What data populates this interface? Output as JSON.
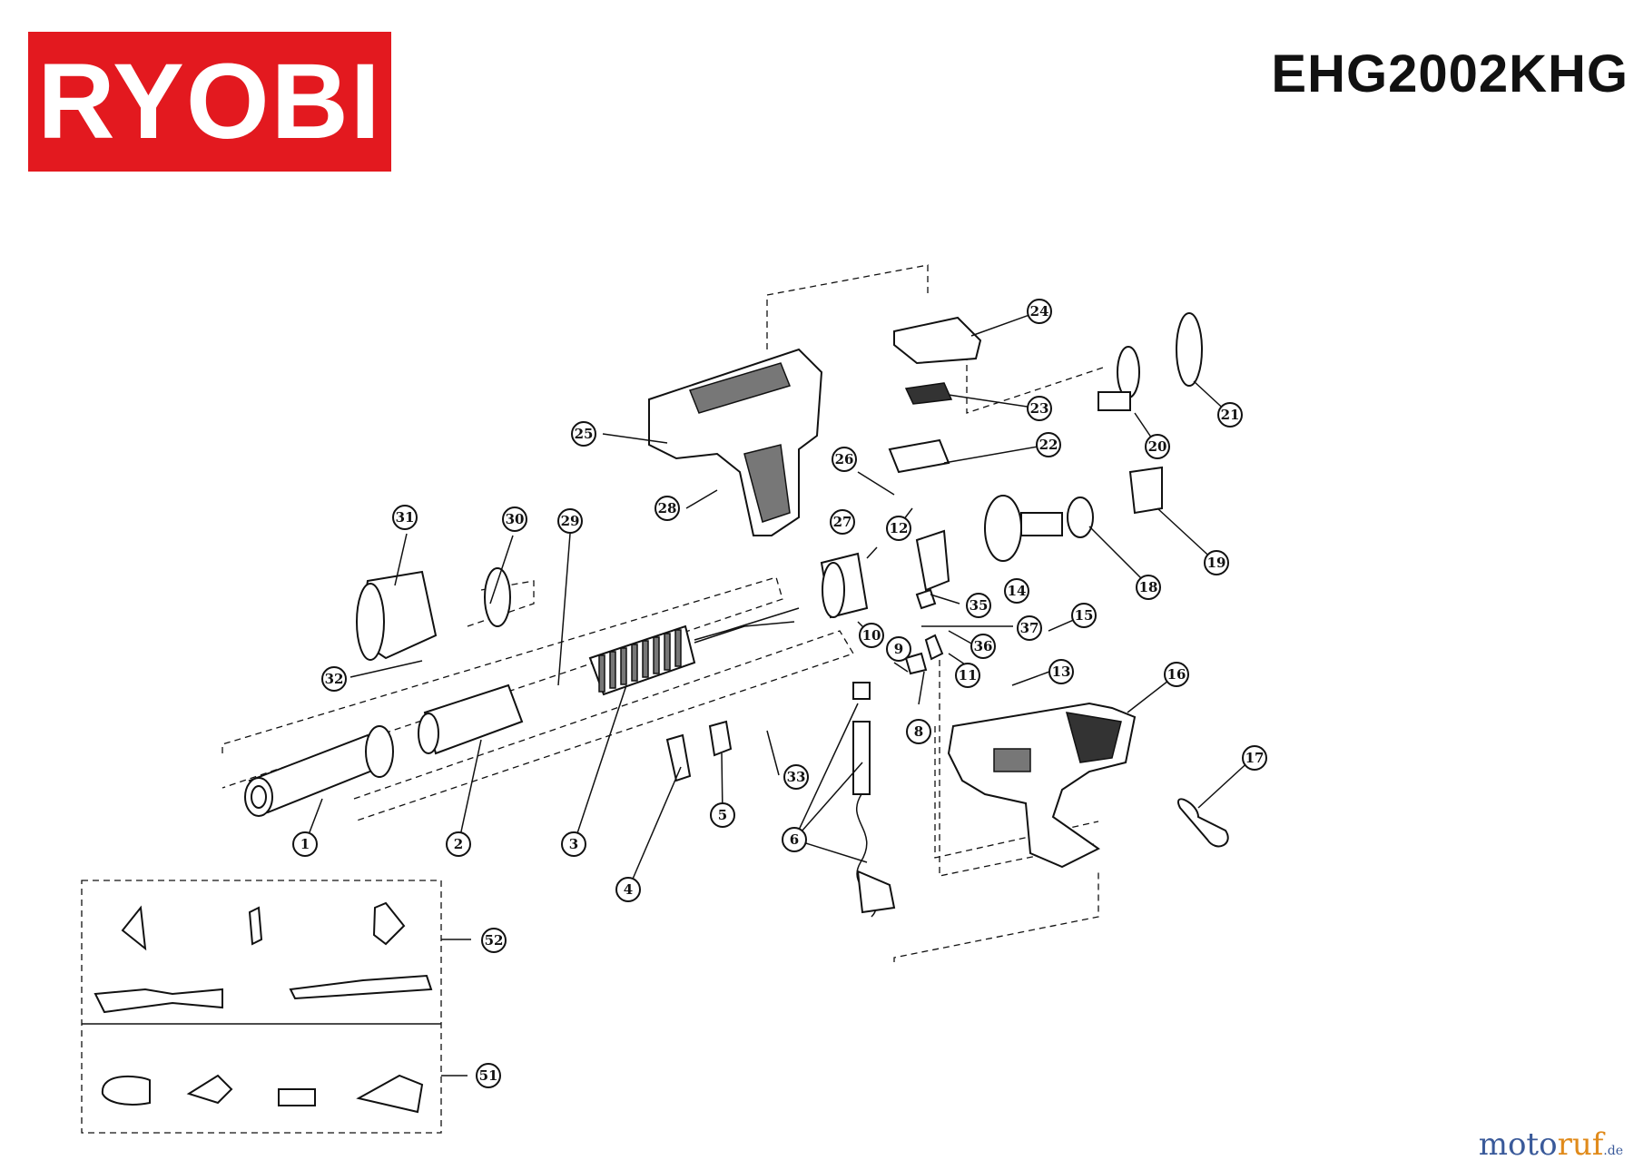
{
  "brand": {
    "name": "RYOBI",
    "color": "#e3191f"
  },
  "model": "EHG2002KHG",
  "watermark": {
    "a": "moto",
    "b": "ruf",
    "c": ".de"
  },
  "callouts": [
    "1",
    "2",
    "3",
    "4",
    "5",
    "6",
    "8",
    "9",
    "10",
    "11",
    "12",
    "13",
    "14",
    "15",
    "16",
    "17",
    "18",
    "19",
    "20",
    "21",
    "22",
    "23",
    "24",
    "25",
    "26",
    "27",
    "28",
    "29",
    "30",
    "31",
    "32",
    "33",
    "35",
    "36",
    "37",
    "51",
    "52"
  ]
}
